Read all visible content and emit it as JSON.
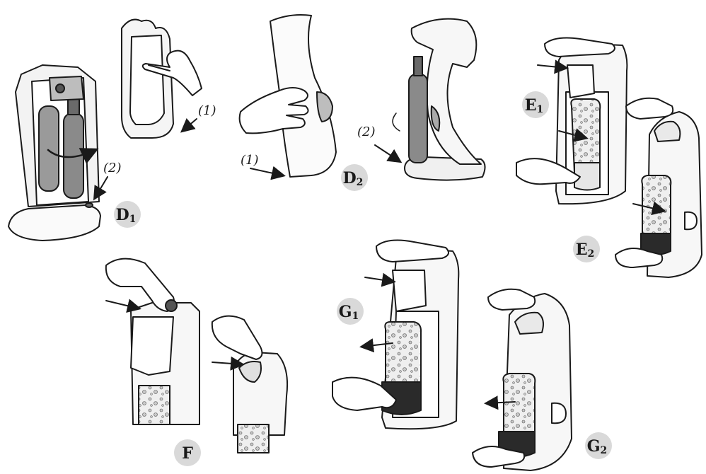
{
  "steps": [
    {
      "id": "D1",
      "letter": "D",
      "sub": "1"
    },
    {
      "id": "D2",
      "letter": "D",
      "sub": "2"
    },
    {
      "id": "E1",
      "letter": "E",
      "sub": "1"
    },
    {
      "id": "E2",
      "letter": "E",
      "sub": "2"
    },
    {
      "id": "F",
      "letter": "F",
      "sub": ""
    },
    {
      "id": "G1",
      "letter": "G",
      "sub": "1"
    },
    {
      "id": "G2",
      "letter": "G",
      "sub": "2"
    }
  ],
  "callouts": {
    "one": "(1)",
    "two": "(2)"
  },
  "colors": {
    "line": "#1a1a1a",
    "badge_fill": "#d9d9d9",
    "cylinder": "#8a8a8a",
    "bottle_cap": "#2a2a2a",
    "bubble_fill": "#c8c8c8"
  }
}
